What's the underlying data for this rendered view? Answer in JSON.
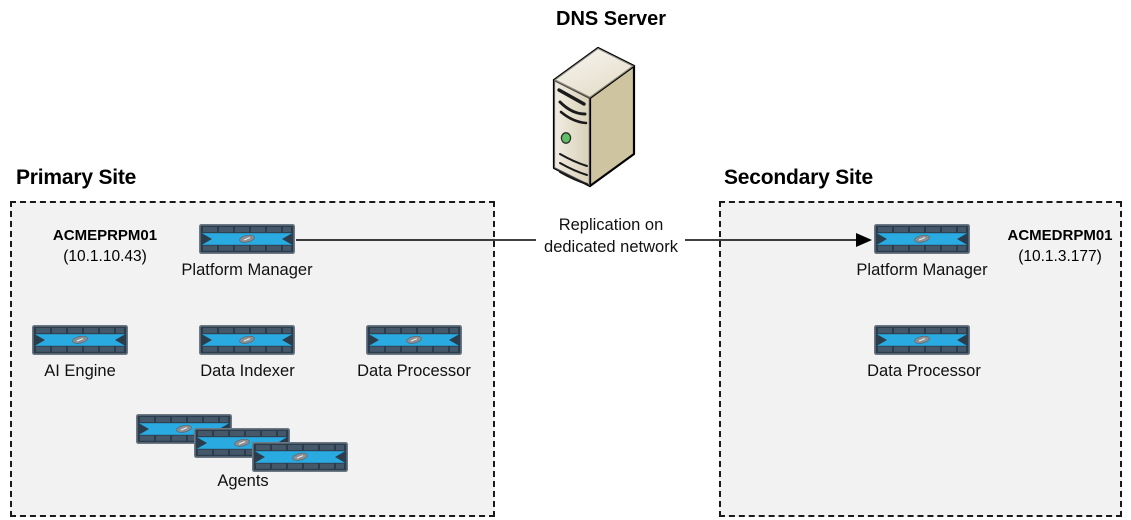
{
  "diagram": {
    "title_dns": "DNS Server",
    "link_label_line1": "Replication on",
    "link_label_line2": "dedicated network",
    "colors": {
      "site_fill": "#f2f2f2",
      "site_border": "#1a1a1a",
      "switch_body": "#29abe2",
      "switch_frame": "#2b3c4c",
      "switch_rail": "#3a4d5e",
      "tower_front": "#e8e2cf",
      "tower_side": "#cfc4a0",
      "tower_led": "#5fbf66",
      "link_stroke": "#000000",
      "text": "#111111"
    }
  },
  "primary_site": {
    "title": "Primary Site",
    "host_name": "ACMEPRPM01",
    "host_ip": "(10.1.10.43)",
    "nodes": [
      {
        "label": "Platform Manager",
        "icon": "network-switch-icon"
      },
      {
        "label": "AI Engine",
        "icon": "network-switch-icon"
      },
      {
        "label": "Data Indexer",
        "icon": "network-switch-icon"
      },
      {
        "label": "Data Processor",
        "icon": "network-switch-icon"
      },
      {
        "label": "Agents",
        "icon": "network-switch-stack-icon"
      }
    ]
  },
  "secondary_site": {
    "title": "Secondary Site",
    "host_name": "ACMEDRPM01",
    "host_ip": "(10.1.3.177)",
    "nodes": [
      {
        "label": "Platform Manager",
        "icon": "network-switch-icon"
      },
      {
        "label": "Data Processor",
        "icon": "network-switch-icon"
      }
    ]
  }
}
